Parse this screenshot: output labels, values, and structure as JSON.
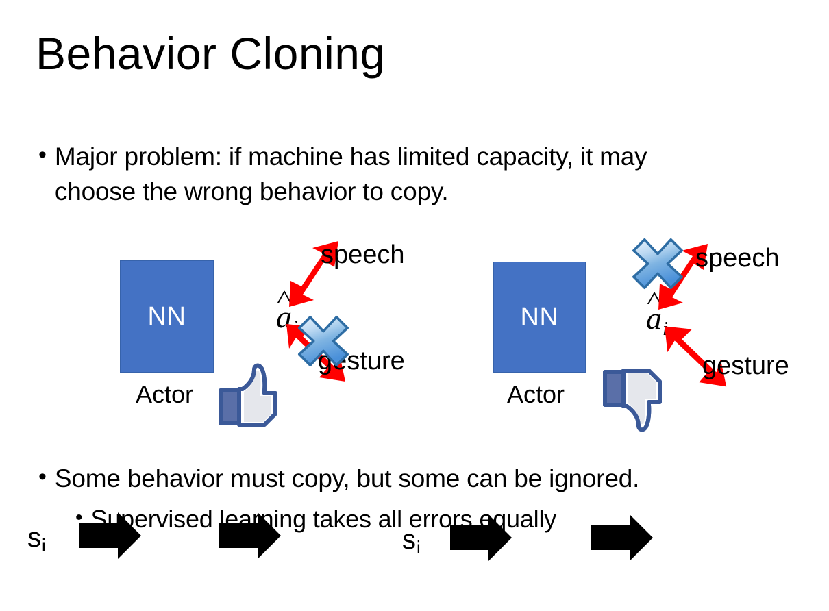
{
  "slide": {
    "title": "Behavior Cloning",
    "background_color": "#FFFFFF"
  },
  "bullets": [
    {
      "id": "problem",
      "marker": "•",
      "level": 1,
      "text": "Major problem: if machine has limited capacity, it may choose the wrong behavior to copy."
    },
    {
      "id": "some-behavior",
      "marker": "•",
      "level": 1,
      "text": "Some behavior must copy, but some can be ignored."
    },
    {
      "id": "supervised",
      "marker": "•",
      "level": 2,
      "text": "Supervised learning takes all errors equally"
    }
  ],
  "diagrams": [
    {
      "id": "left",
      "input_symbol": "s",
      "input_subscript": "i",
      "box_label": "NN",
      "box_caption": "Actor",
      "output_symbol": "a",
      "output_subscript": "i",
      "outputs": [
        {
          "name": "speech",
          "direction": "up-right",
          "crossed_out": false
        },
        {
          "name": "gesture",
          "direction": "down-right",
          "crossed_out": true
        }
      ],
      "verdict_icon": "thumbs-up-icon",
      "verdict": "approved"
    },
    {
      "id": "right",
      "input_symbol": "s",
      "input_subscript": "i",
      "box_label": "NN",
      "box_caption": "Actor",
      "output_symbol": "a",
      "output_subscript": "i",
      "outputs": [
        {
          "name": "speech",
          "direction": "up-right",
          "crossed_out": true
        },
        {
          "name": "gesture",
          "direction": "down-right",
          "crossed_out": false
        }
      ],
      "verdict_icon": "thumbs-down-icon",
      "verdict": "rejected"
    }
  ],
  "colors": {
    "nn_box_fill": "#4472C4",
    "nn_box_border": "#3763AB",
    "nn_label_text": "#FFFFFF",
    "arrow_black": "#000000",
    "arrow_red": "#FF0000",
    "cross_blue_light": "#CFE3F7",
    "cross_blue_mid": "#5B9BD5",
    "cross_blue_dark": "#2E6DA4",
    "thumb_outline": "#3B5998",
    "thumb_fill": "#FFFFFF",
    "thumb_shade": "#E4E6EB",
    "thumb_cuff": "#5A6FA8",
    "text": "#000000"
  }
}
